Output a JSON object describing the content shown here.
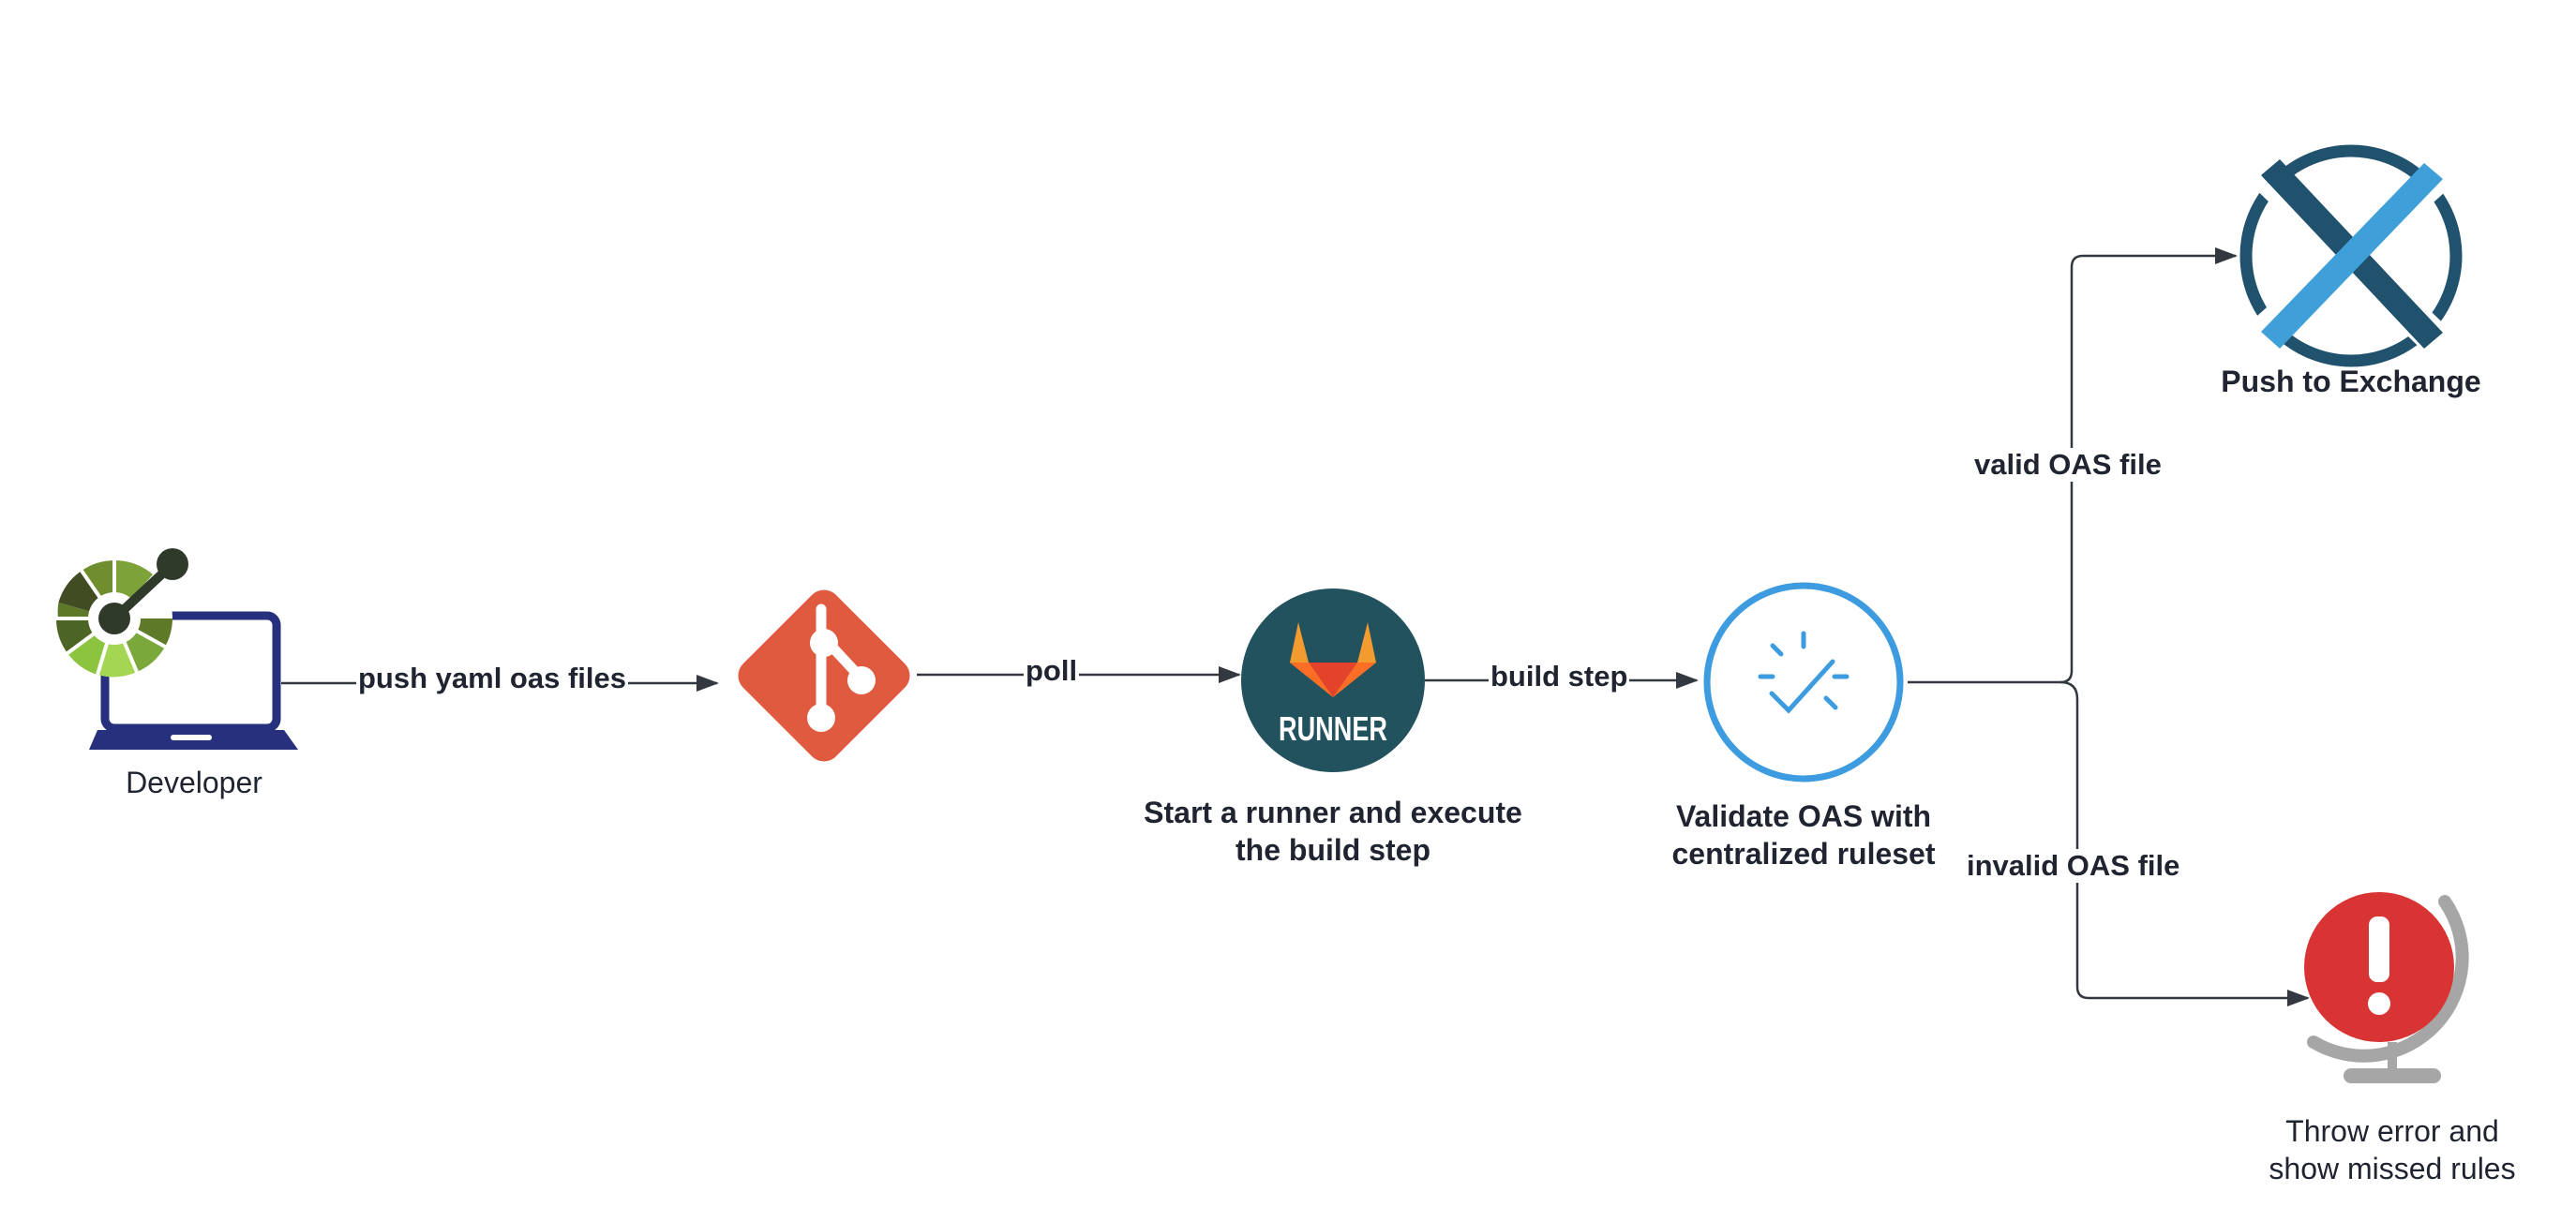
{
  "nodes": {
    "developer": {
      "label": "Developer"
    },
    "git": {
      "label": ""
    },
    "runner": {
      "logo_text": "RUNNER",
      "label_line1": "Start a runner and execute",
      "label_line2": "the build step"
    },
    "validate": {
      "label_line1": "Validate OAS with",
      "label_line2": "centralized ruleset"
    },
    "exchange": {
      "label": "Push to Exchange"
    },
    "error": {
      "label_line1": "Throw error and",
      "label_line2": "show missed rules"
    }
  },
  "edges": {
    "push": {
      "label": "push yaml oas files"
    },
    "poll": {
      "label": "poll"
    },
    "build": {
      "label": "build step"
    },
    "valid": {
      "label": "valid OAS file"
    },
    "invalid": {
      "label": "invalid OAS file"
    }
  },
  "icons": {
    "developer": "laptop-with-openapi-logo-icon",
    "git": "git-icon",
    "runner": "gitlab-runner-icon",
    "validate": "check-validation-icon",
    "exchange": "exchange-icon",
    "error": "error-globe-icon"
  },
  "colors": {
    "line": "#333840",
    "text": "#1f2430",
    "laptop": "#27307c",
    "openapi_dark": "#424c23",
    "openapi_light": "#8cc43f",
    "git": "#df5a3f",
    "runner_bg": "#23525f",
    "gitlab_orange": "#f39b2e",
    "gitlab_red": "#e2432a",
    "validate_blue": "#3d9be0",
    "exchange_dark": "#21526d",
    "exchange_light": "#3f9fd9",
    "error_red": "#d93434",
    "globe_gray": "#a6a6a6"
  }
}
